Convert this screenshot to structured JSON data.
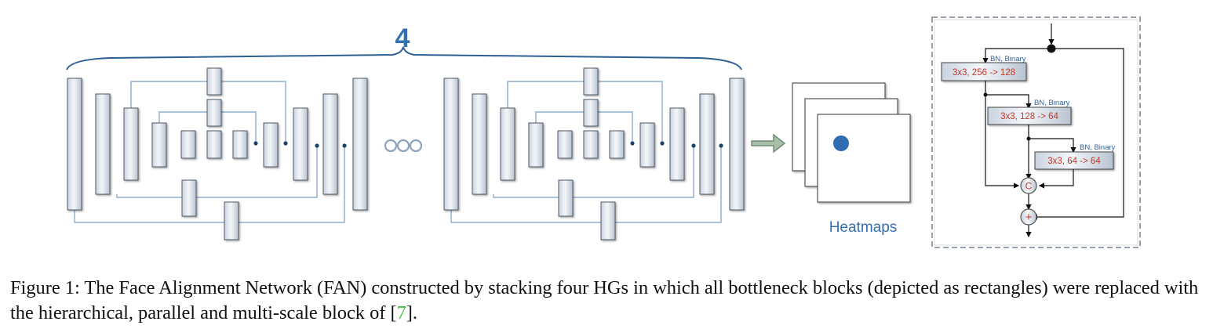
{
  "diagram": {
    "stack_count_label": "4",
    "ellipsis_label": "○○○",
    "heatmaps_label": "Heatmaps",
    "block": {
      "conv1_label": "3x3, 256 -> 128",
      "conv2_label": "3x3, 128 -> 64",
      "conv3_label": "3x3, 64 -> 64",
      "bn_label_1": "BN, Binary",
      "bn_label_2": "BN, Binary",
      "bn_label_3": "BN, Binary",
      "concat_label": "C",
      "sum_label": "+"
    },
    "colors": {
      "line": "#7b9cc4",
      "accent_blue": "#3470ae",
      "conv_text": "#c0392b",
      "bn_text": "#2e64a6",
      "arrow_green": "#7e9a82"
    }
  },
  "caption": {
    "prefix": "Figure 1: The Face Alignment Network (FAN) constructed by stacking four HGs in which all bottleneck blocks (depicted as rectangles) were replaced with the hierarchical, parallel and multi-scale block of [",
    "citation": "7",
    "suffix": "]."
  }
}
